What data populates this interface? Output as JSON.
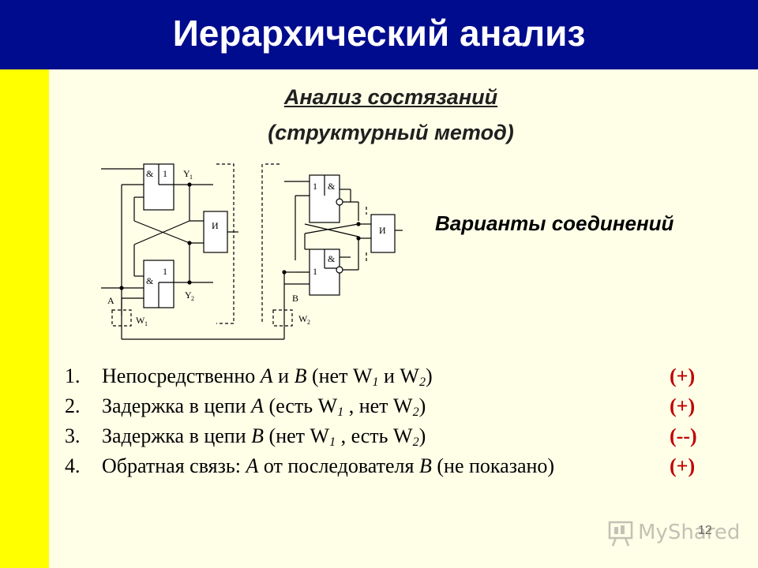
{
  "header": {
    "title": "Иерархический анализ",
    "bg_color": "#000c8e"
  },
  "subtitle": {
    "line1": "Анализ состязаний",
    "line2": "(структурный метод)"
  },
  "variants_label": "Варианты соединений",
  "circuit": {
    "left_block": {
      "gate_top": {
        "sym1": "&",
        "sym2": "1"
      },
      "gate_bottom": {
        "sym1": "&",
        "sym2": "1"
      },
      "and_gate": "И",
      "out_y1": "Y",
      "out_y1_sub": "1",
      "out_y2": "Y",
      "out_y2_sub": "2",
      "input": "A",
      "delay": "W",
      "delay_sub": "1"
    },
    "right_block": {
      "gate_top": {
        "sym1": "1",
        "sym2": "&"
      },
      "gate_bottom": {
        "sym1": "1",
        "sym2": "&"
      },
      "and_gate": "И",
      "input": "B",
      "delay": "W",
      "delay_sub": "2"
    }
  },
  "items": [
    {
      "num": "1.",
      "mark": "(+)",
      "mark_color": "#c00000"
    },
    {
      "num": "2.",
      "mark": "(+)",
      "mark_color": "#c00000"
    },
    {
      "num": "3.",
      "mark": "(--)",
      "mark_color": "#c00000"
    },
    {
      "num": "4.",
      "mark": "(+)",
      "mark_color": "#c00000"
    }
  ],
  "item_text": {
    "i1": {
      "a": "Непосредственно ",
      "b": "A",
      "c": " и ",
      "d": "B",
      "e": " (нет ",
      "f": "W",
      "f_sub": "1",
      "g": " и ",
      "h": "W",
      "h_sub": "2",
      "i": ")"
    },
    "i2": {
      "a": "Задержка в цепи ",
      "b": "A",
      "c": " (есть ",
      "d": "W",
      "d_sub": "1",
      "e": " , нет ",
      "f": "W",
      "f_sub": "2",
      "g": ")"
    },
    "i3": {
      "a": "Задержка в цепи ",
      "b": "B",
      "c": " (нет ",
      "d": "W",
      "d_sub": "1",
      "e": " , есть ",
      "f": "W",
      "f_sub": "2",
      "g": ")"
    },
    "i4": {
      "a": "Обратная связь: ",
      "b": "A",
      "c": " от последователя ",
      "d": "B",
      "e": " (не показано)"
    }
  },
  "page_number": "12",
  "watermark": "MyShared",
  "icons": {
    "watermark": "presentation-board-icon"
  }
}
